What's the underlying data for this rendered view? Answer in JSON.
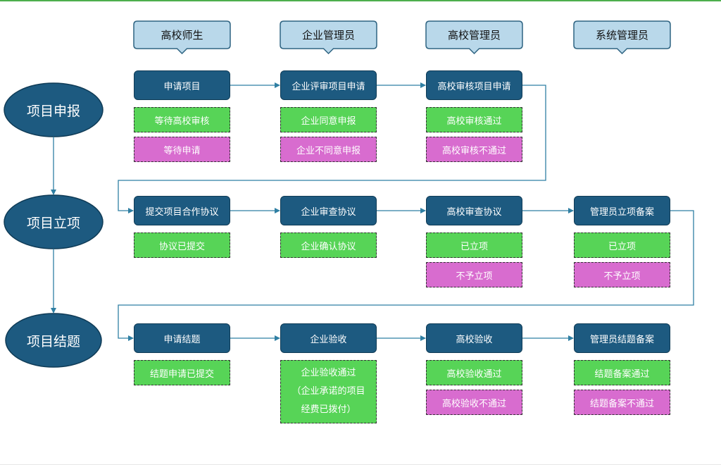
{
  "roles": [
    "高校师生",
    "企业管理员",
    "高校管理员",
    "系统管理员"
  ],
  "phases": [
    {
      "label": "项目申报",
      "steps": [
        {
          "label": "申请项目",
          "statuses": [
            {
              "text": "等待高校审核",
              "kind": "green"
            },
            {
              "text": "等待申请",
              "kind": "pink"
            }
          ]
        },
        {
          "label": "企业评审项目申请",
          "statuses": [
            {
              "text": "企业同意申报",
              "kind": "green"
            },
            {
              "text": "企业不同意申报",
              "kind": "pink"
            }
          ]
        },
        {
          "label": "高校审核项目申请",
          "statuses": [
            {
              "text": "高校审核通过",
              "kind": "green"
            },
            {
              "text": "高校审核不通过",
              "kind": "pink"
            }
          ]
        }
      ]
    },
    {
      "label": "项目立项",
      "steps": [
        {
          "label": "提交项目合作协议",
          "statuses": [
            {
              "text": "协议已提交",
              "kind": "green"
            }
          ]
        },
        {
          "label": "企业审查协议",
          "statuses": [
            {
              "text": "企业确认协议",
              "kind": "green"
            }
          ]
        },
        {
          "label": "高校审查协议",
          "statuses": [
            {
              "text": "已立项",
              "kind": "green"
            },
            {
              "text": "不予立项",
              "kind": "pink"
            }
          ]
        },
        {
          "label": "管理员立项备案",
          "statuses": [
            {
              "text": "已立项",
              "kind": "green"
            },
            {
              "text": "不予立项",
              "kind": "pink"
            }
          ]
        }
      ]
    },
    {
      "label": "项目结题",
      "steps": [
        {
          "label": "申请结题",
          "statuses": [
            {
              "text": "结题申请已提交",
              "kind": "green"
            }
          ]
        },
        {
          "label": "企业验收",
          "statuses": [
            {
              "lines": [
                "企业验收通过",
                "（企业承诺的项目",
                "经费已拨付）"
              ],
              "kind": "green"
            }
          ]
        },
        {
          "label": "高校验收",
          "statuses": [
            {
              "text": "高校验收通过",
              "kind": "green"
            },
            {
              "text": "高校验收不通过",
              "kind": "pink"
            }
          ]
        },
        {
          "label": "管理员结题备案",
          "statuses": [
            {
              "text": "结题备案通过",
              "kind": "green"
            },
            {
              "text": "结题备案不通过",
              "kind": "pink"
            }
          ]
        }
      ]
    }
  ],
  "colors": {
    "step_fill": "#1d5a80",
    "phase_fill": "#1d5a80",
    "role_fill": "#b9d8ea",
    "role_stroke": "#2f6482",
    "green": "#57d457",
    "pink": "#d86ccf",
    "line": "#2f7fa3"
  }
}
